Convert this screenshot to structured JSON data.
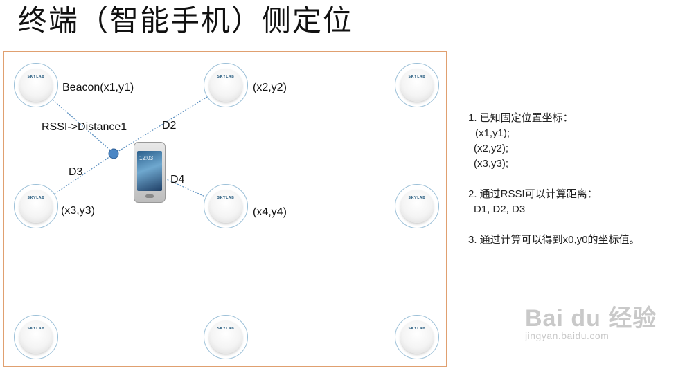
{
  "title": "终端（智能手机）侧定位",
  "diagram": {
    "beacon_brand": "SKYLAB",
    "phone_clock": "12:03",
    "labels": {
      "b1": "Beacon(x1,y1)",
      "b2": "(x2,y2)",
      "b3": "(x3,y3)",
      "b4": "(x4,y4)",
      "rssi": "RSSI->Distance1",
      "d2": "D2",
      "d3": "D3",
      "d4": "D4"
    },
    "colors": {
      "frame": "#e0a070",
      "ring": "#9cc0d8",
      "link": "#5a8fc0",
      "dot": "#4a86c5"
    }
  },
  "notes": {
    "l1": "1. 已知固定位置坐标：",
    "l2": "(x1,y1);",
    "l3": "(x2,y2);",
    "l4": "(x3,y3);",
    "l5": "2. 通过RSSI可以计算距离：",
    "l6": "D1, D2, D3",
    "l7": "3. 通过计算可以得到x0,y0的坐标值。"
  },
  "watermark": {
    "brand": "Bai du 经验",
    "url": "jingyan.baidu.com"
  }
}
